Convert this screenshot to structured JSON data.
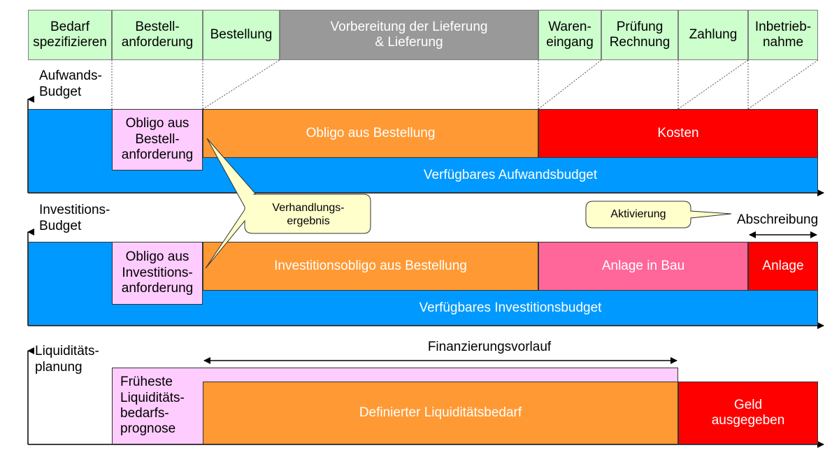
{
  "phases": [
    {
      "label": "Bedarf\nspezifizieren"
    },
    {
      "label": "Bestell-\nanforderung"
    },
    {
      "label": "Bestellung"
    },
    {
      "label": "Vorbereitung der Lieferung\n& Lieferung"
    },
    {
      "label": "Waren-\neingang"
    },
    {
      "label": "Prüfung\nRechnung"
    },
    {
      "label": "Zahlung"
    },
    {
      "label": "Inbetrieb-\nnahme"
    }
  ],
  "aufwand": {
    "axis_label": "Aufwands-\nBudget",
    "obligo_anforderung": "Obligo aus\nBestell-\nanforderung",
    "obligo_bestellung": "Obligo aus Bestellung",
    "kosten": "Kosten",
    "verfuegbar": "Verfügbares Aufwandsbudget"
  },
  "invest": {
    "axis_label": "Investitions-\nBudget",
    "obligo_anforderung": "Obligo aus\nInvestitions-\nanforderung",
    "obligo_bestellung": "Investitionsobligo aus Bestellung",
    "anlage_in_bau": "Anlage in Bau",
    "anlage": "Anlage",
    "verfuegbar": "Verfügbares Investitionsbudget",
    "abschreibung": "Abschreibung"
  },
  "liquiditaet": {
    "axis_label": "Liquiditäts-\nplanung",
    "prognose": "Früheste\nLiquiditäts-\nbedarfs-\nprognose",
    "bedarf": "Definierter Liquiditätsbedarf",
    "geld": "Geld\nausgegeben",
    "vorlauf": "Finanzierungsvorlauf"
  },
  "callouts": {
    "verhandlung": "Verhandlungs-\nergebnis",
    "aktivierung": "Aktivierung"
  }
}
